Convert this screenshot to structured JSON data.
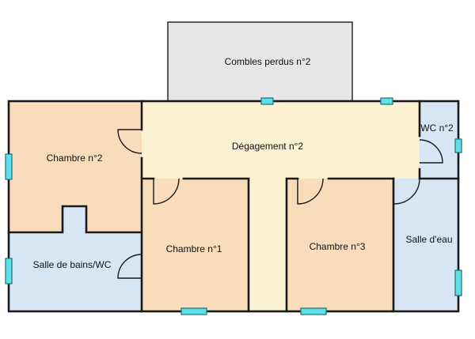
{
  "colors": {
    "bedroom": "#f8dcbc",
    "corridor": "#fdf1d3",
    "wet_room": "#d6e6f4",
    "attic": "#e6e6e6",
    "wall": "#1a1a1a",
    "window": "#5fe0e6"
  },
  "rooms": {
    "attic": "Combles perdus n°2",
    "hallway": "Dégagement n°2",
    "bedroom2": "Chambre n°2",
    "bedroom1": "Chambre n°1",
    "bedroom3": "Chambre n°3",
    "bathroom": "Salle de bains/WC",
    "wc": "WC n°2",
    "shower": "Salle d'eau"
  }
}
